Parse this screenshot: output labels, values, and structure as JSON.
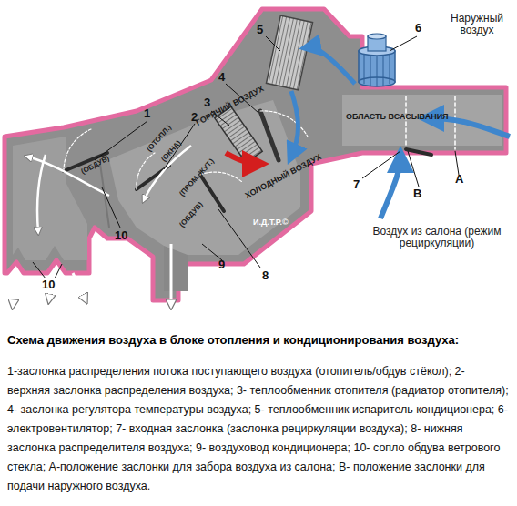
{
  "diagram": {
    "title": "Схема движения воздуха в блоке отопления и кондиционирования воздуха:",
    "caption": "1-заслонка распределения потока поступающего воздуха (отопитель/обдув стёкол); 2- верхняя заслонка распределения воздуха; 3- теплообменник отопителя (радиатор отопителя); 4- заслонка регулятора температуры воздуха; 5- теплообменник испаритель кондиционера; 6- электровентилятор; 7- входная заслонка (заслонка рециркуляции воздуха); 8- нижняя заслонка распределителя воздуха; 9- воздуховод кондиционера; 10- сопло обдува ветрового стекла; А-положение заслонки для забора воздуха из салона; В- положение заслонки для подачи наружного воздуха.",
    "labels": [
      "1",
      "2",
      "3",
      "4",
      "5",
      "6",
      "Наружный воздух",
      "ОБЛАСТЬ ВСАСЫВАНИЯ",
      "7",
      "А",
      "В",
      "Воздух из салона (режим рециркуляции)",
      "ГОРЯЧИЙ ВОЗДУХ",
      "ХОЛОДНЫЙ ВОЗДУХ",
      "И.Д.Т.Р.©",
      "(ОТОПЛ.)",
      "(ОКНА)",
      "(ОБДУВ)",
      "(ПРОМ. ЖУТ.)",
      "(ОБДУВ)",
      "8",
      "9",
      "10",
      "10"
    ]
  }
}
